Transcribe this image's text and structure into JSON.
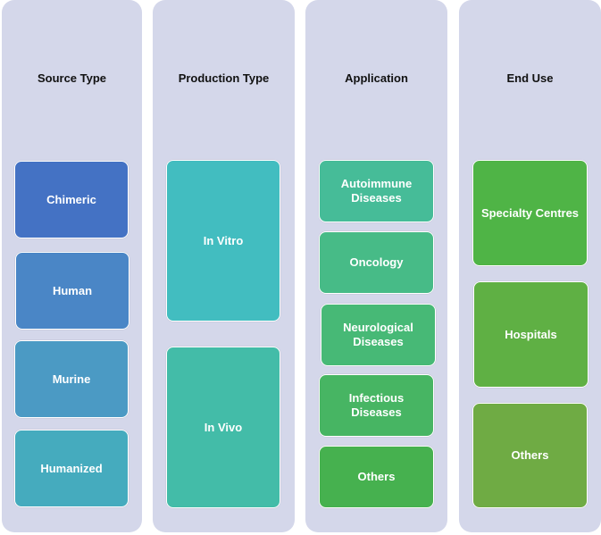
{
  "columns": [
    {
      "title": "Source Type",
      "items": [
        {
          "label": "Chimeric",
          "color": "#4472c4"
        },
        {
          "label": "Human",
          "color": "#4a86c6"
        },
        {
          "label": "Murine",
          "color": "#4b9ac4"
        },
        {
          "label": "Humanized",
          "color": "#45abbe"
        }
      ]
    },
    {
      "title": "Production Type",
      "items": [
        {
          "label": "In Vitro",
          "color": "#42bdc0"
        },
        {
          "label": "In Vivo",
          "color": "#43bca8"
        }
      ]
    },
    {
      "title": "Application",
      "items": [
        {
          "label": "Autoimmune\nDiseases",
          "color": "#46bc98"
        },
        {
          "label": "Oncology",
          "color": "#47bb87"
        },
        {
          "label": "Neurological\nDiseases",
          "color": "#47b976"
        },
        {
          "label": "Infectious\nDiseases",
          "color": "#47b563"
        },
        {
          "label": "Others",
          "color": "#46b14f"
        }
      ]
    },
    {
      "title": "End Use",
      "items": [
        {
          "label": "Specialty Centres",
          "color": "#4fb446"
        },
        {
          "label": "Hospitals",
          "color": "#5fb044"
        },
        {
          "label": "Others",
          "color": "#6fab44"
        }
      ]
    }
  ]
}
